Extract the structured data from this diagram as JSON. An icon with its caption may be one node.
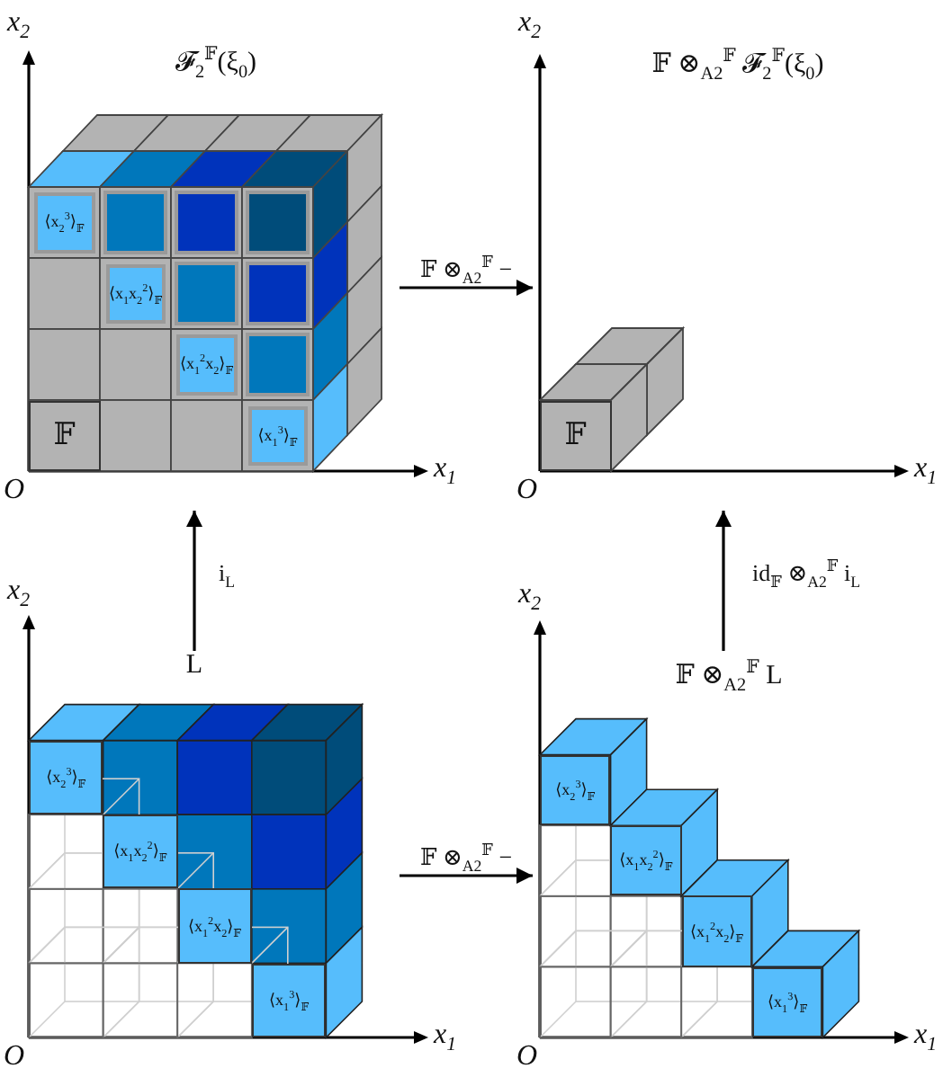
{
  "diagram": {
    "nodes": [
      {
        "text": [
          "𝓕$_{2}$$^{𝔽}$(ξ$_{0}$)"
        ]
      },
      {
        "text": [
          "⟨x$_{2}$$^{3}$⟩$_{𝔽}$"
        ],
        "in": 0
      },
      {
        "text": [
          "⟨x$_{1}$x$_{2}$$^{2}$⟩$_{𝔽}$"
        ],
        "in": 0
      },
      {
        "text": [
          "⟨x$_{1}$$^{2}$x$_{2}$⟩$_{𝔽}$"
        ],
        "in": 0
      },
      {
        "text": [
          "⟨x$_{1}$$^{3}$⟩$_{𝔽}$"
        ],
        "in": 0
      },
      {
        "text": [
          "𝔽"
        ],
        "in": 0
      },
      {
        "text": [
          "𝔽 ⊗$_{A}$$_{2}$$^{𝔽}$ 𝓕$_{2}$$^{𝔽}$(ξ$_{0}$)"
        ]
      },
      {
        "text": [
          "𝔽"
        ],
        "in": 6
      },
      {
        "text": [
          "L"
        ]
      },
      {
        "text": [
          "⟨x$_{2}$$^{3}$⟩$_{𝔽}$"
        ],
        "in": 8
      },
      {
        "text": [
          "⟨x$_{1}$x$_{2}$$^{2}$⟩$_{𝔽}$"
        ],
        "in": 8
      },
      {
        "text": [
          "⟨x$_{1}$$^{2}$x$_{2}$⟩$_{𝔽}$"
        ],
        "in": 8
      },
      {
        "text": [
          "⟨x$_{1}$$^{3}$⟩$_{𝔽}$"
        ],
        "in": 8
      },
      {
        "text": [
          "𝔽 ⊗$_{A}$$_{2}$$^{𝔽}$ L"
        ]
      },
      {
        "text": [
          "⟨x$_{2}$$^{3}$⟩$_{𝔽}$"
        ],
        "in": 13
      },
      {
        "text": [
          "⟨x$_{1}$x$_{2}$$^{2}$⟩$_{𝔽}$"
        ],
        "in": 13
      },
      {
        "text": [
          "⟨x$_{1}$$^{2}$x$_{2}$⟩$_{𝔽}$"
        ],
        "in": 13
      },
      {
        "text": [
          "⟨x$_{1}$$^{3}$⟩$_{𝔽}$"
        ],
        "in": 13
      }
    ],
    "edges": [
      {
        "from": 0,
        "to": 6,
        "arrow": "to",
        "label": "𝔽 ⊗$_{A}$$_{2}$$^{𝔽}$ −"
      },
      {
        "from": 8,
        "to": 0,
        "arrow": "to",
        "label": "i$_{L}$"
      },
      {
        "from": 8,
        "to": 13,
        "arrow": "to",
        "label": "𝔽 ⊗$_{A}$$_{2}$$^{𝔽}$ −"
      },
      {
        "from": 13,
        "to": 6,
        "arrow": "to",
        "label": "id$_{𝔽}$ ⊗$_{A}$$_{2}$$^{𝔽}$ i$_{L}$"
      }
    ],
    "labels": [
      "x$_{2}$",
      "O",
      "x$_{1}$",
      "x$_{2}$",
      "O",
      "x$_{1}$",
      "x$_{2}$",
      "O",
      "x$_{1}$",
      "x$_{2}$",
      "O",
      "x$_{1}$"
    ]
  }
}
